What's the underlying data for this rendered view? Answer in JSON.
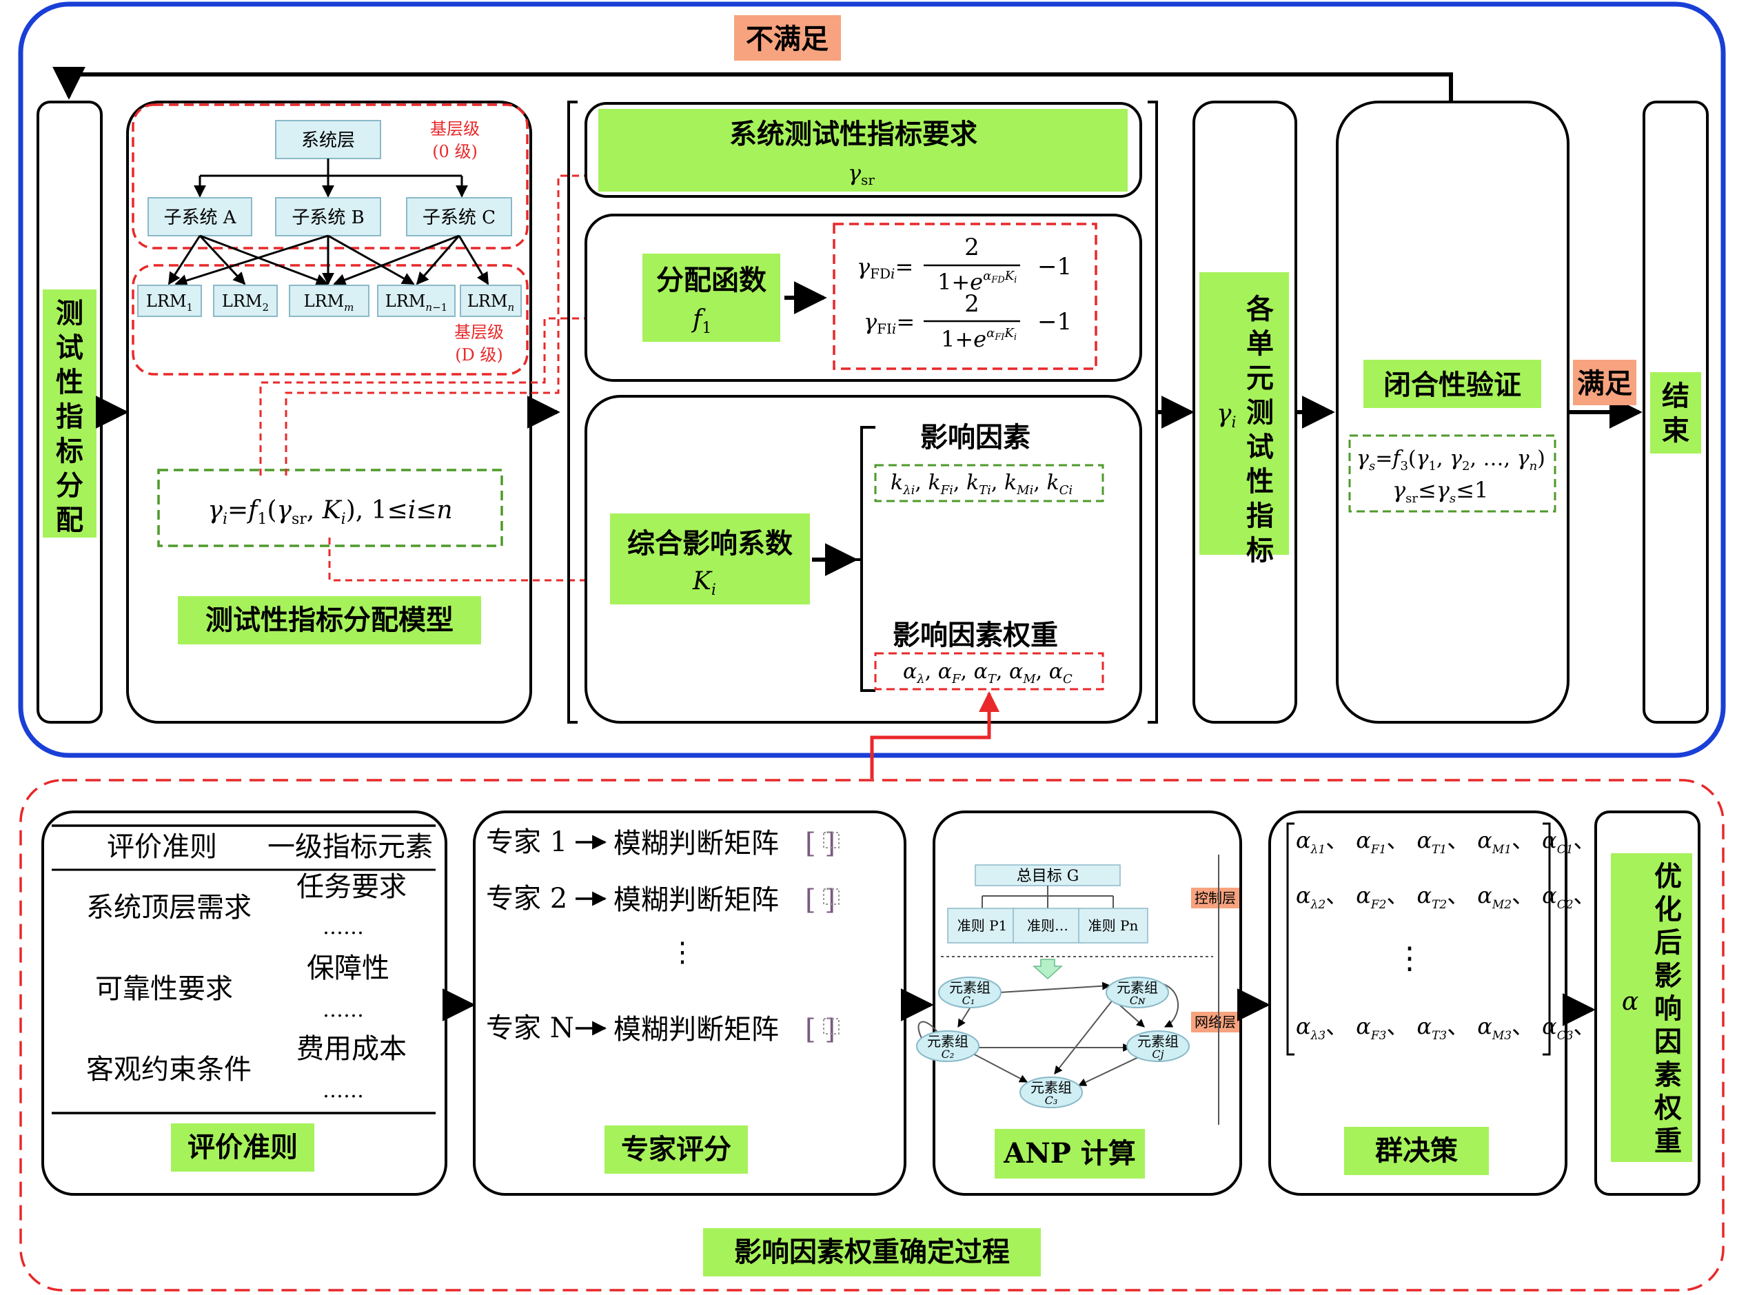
{
  "top": {
    "not_satisfied": "不满足",
    "satisfied": "满足",
    "left_column": "测试性指标分配",
    "end_label": "结束",
    "model_title": "测试性指标分配模型",
    "hierarchy": {
      "system": "系统层",
      "base_level_0_line1": "基层级",
      "base_level_0_line2": "(0 级)",
      "subsystems": [
        "子系统 A",
        "子系统 B",
        "子系统 C"
      ],
      "lrms": [
        "LRM1",
        "LRM2",
        "LRMm",
        "LRMn−1",
        "LRMn"
      ],
      "base_level_d_line1": "基层级",
      "base_level_d_line2": "(D 级)"
    },
    "model_formula": "γi=f1(γsr, Ki), 1≤i≤n",
    "system_req_title": "系统测试性指标要求",
    "system_req_symbol": "γsr",
    "alloc_func_title": "分配函数",
    "alloc_func_symbol": "f1",
    "formula_fd_left": "γFDi=",
    "formula_fi_left": "γFIi=",
    "formula_numerator": "2",
    "formula_den_fd": "1+e",
    "formula_exp_fd": "αFD Ki",
    "formula_den_fi": "1+e",
    "formula_exp_fi": "αFI Ki",
    "formula_minus": "−1",
    "combined_coef_title": "综合影响系数",
    "combined_coef_symbol": "Ki",
    "factors_title": "影响因素",
    "factors_values": "kλi, kFi, kTi, kMi, kCi",
    "weights_title": "影响因素权重",
    "weights_values": "αλ, αF, αT, αM, αC",
    "unit_symbol": "γi",
    "unit_label": "各单元测试性指标",
    "closure_title": "闭合性验证",
    "closure_formula1": "γs=f3(γ1, γ2, …, γn)",
    "closure_formula2": "γsr≤γs≤1"
  },
  "bottom": {
    "process_title": "影响因素权重确定过程",
    "criteria": {
      "header_left": "评价准则",
      "header_right": "一级指标元素",
      "rows_left": [
        "系统顶层需求",
        "可靠性要求",
        "客观约束条件"
      ],
      "rows_right": [
        "任务要求",
        "……",
        "保障性",
        "……",
        "费用成本",
        "……"
      ],
      "caption": "评价准则"
    },
    "expert": {
      "rows": [
        "专家 1",
        "专家 2",
        "专家 N"
      ],
      "matrix_label": "模糊判断矩阵",
      "dots": "⋮",
      "caption": "专家评分"
    },
    "anp": {
      "goal": "总目标 G",
      "criteria": [
        "准则 P1",
        "准则…",
        "准则 Pn"
      ],
      "control_layer": "控制层",
      "network_layer": "网络层",
      "groups": [
        "元素组 C1",
        "元素组 CN",
        "元素组 C2",
        "元素组 Cj",
        "元素组 C3"
      ],
      "caption": "ANP 计算"
    },
    "group_decision": {
      "row1": "αλ1、 αF1、 αT1、 αM1、 αC1、",
      "row2": "αλ2、 αF2、 αT2、 αM2、 αC2、",
      "dots": "⋮",
      "row3": "αλ3、 αF3、 αT3、 αM3、 αC3、",
      "caption": "群决策"
    },
    "result_symbol": "α",
    "result_label": "优化后影响因素权重"
  },
  "colors": {
    "blue_border": "#1a3fd6",
    "green_fill": "#a6f25a",
    "red_dash": "#e8282a",
    "green_dash": "#4e9a2a",
    "orange": "#f7a37f",
    "light_blue": "#d9f0f5"
  }
}
